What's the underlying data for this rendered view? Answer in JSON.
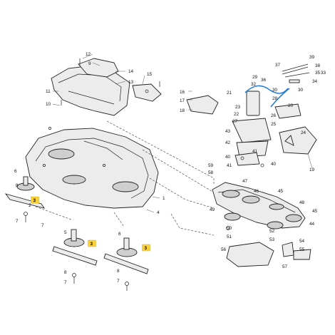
{
  "diagram": {
    "highlight_color": "#fbd23c",
    "cable_color": "#2a7fd4",
    "highlighted_parts": [
      "3",
      "3",
      "3"
    ],
    "callouts": {
      "c12": "12",
      "c9": "9",
      "c14": "14",
      "c15": "15",
      "c13": "13",
      "c11": "11",
      "c10": "10",
      "c16": "16",
      "c17": "17",
      "c18": "18",
      "c19": "19",
      "c20": "20",
      "c6": "6",
      "c8a": "8",
      "c7a": "7",
      "c2": "2",
      "c1": "1",
      "c4": "4",
      "c5": "5",
      "c3a": "3",
      "c8b": "8",
      "c7b": "7",
      "c3b": "3",
      "c6b": "6",
      "c3c": "3",
      "c8c": "8",
      "c7c": "7",
      "c7d": "7",
      "c21": "21",
      "c22": "22",
      "c23": "23",
      "c24": "24",
      "c25": "25",
      "c26": "26",
      "c27": "27",
      "c28": "28",
      "c29": "29",
      "c30a": "30",
      "c30b": "30",
      "c32": "32",
      "c33": "33",
      "c34": "34",
      "c35": "35",
      "c36": "36",
      "c37": "37",
      "c38": "38",
      "c39": "39",
      "c40a": "40",
      "c40b": "40",
      "c41a": "41",
      "c41b": "41",
      "c42": "42",
      "c43": "43",
      "c44": "44",
      "c45a": "45",
      "c45b": "45",
      "c46": "46",
      "c47": "47",
      "c48": "48",
      "c49": "49",
      "c50": "50",
      "c51": "51",
      "c52": "52",
      "c53": "53",
      "c54": "54",
      "c55": "55",
      "c56": "56",
      "c57": "57",
      "c58": "58",
      "c59": "59"
    }
  }
}
